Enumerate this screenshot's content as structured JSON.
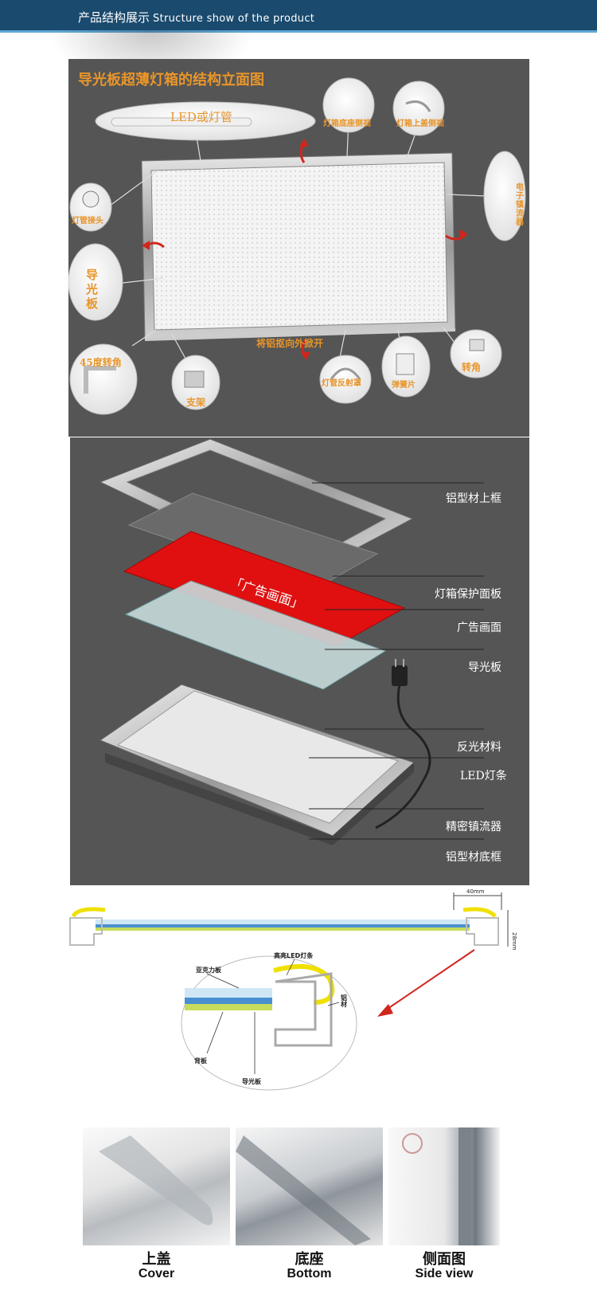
{
  "header": {
    "title_zh": "产品结构展示",
    "title_en": "Structure show of the product"
  },
  "structure_elevation": {
    "title": "导光板超薄灯箱的结构立面图",
    "labels": {
      "led_tube": "LED或灯管",
      "base_side": "灯箱底座侧视",
      "cover_side": "灯箱上盖侧视",
      "ballast": "电子镇流器",
      "tube_connector": "灯管接头",
      "light_guide": "导光板",
      "open_frame": "将铝抠向外掀开",
      "corner45": "45度转角",
      "bracket": "支架",
      "tube_reflector": "灯管反射罩",
      "spring": "弹簧片",
      "corner": "转角"
    }
  },
  "exploded_view": {
    "labels": [
      "铝型材上框",
      "灯箱保护面板",
      "广告画面",
      "导光板",
      "反光材料",
      "LED灯条",
      "精密镇流器",
      "铝型材底框"
    ],
    "poster_text": "「广告画面」"
  },
  "cross_section": {
    "width_dim": "40mm",
    "height_dim": "28mm",
    "labels": {
      "led_strip": "高亮LED灯条",
      "acrylic": "亚克力板",
      "back_plate": "背板",
      "light_guide": "导光板",
      "aluminum": "铝材"
    }
  },
  "profiles": [
    {
      "zh": "上盖",
      "en": "Cover"
    },
    {
      "zh": "底座",
      "en": "Bottom"
    },
    {
      "zh": "侧面图",
      "en": "Side view"
    }
  ],
  "colors": {
    "header_bg": "#1a4a6e",
    "panel_bg": "#555555",
    "label_orange": "#e8952a",
    "arrow_red": "#d0261d",
    "poster_red": "#e01010"
  }
}
